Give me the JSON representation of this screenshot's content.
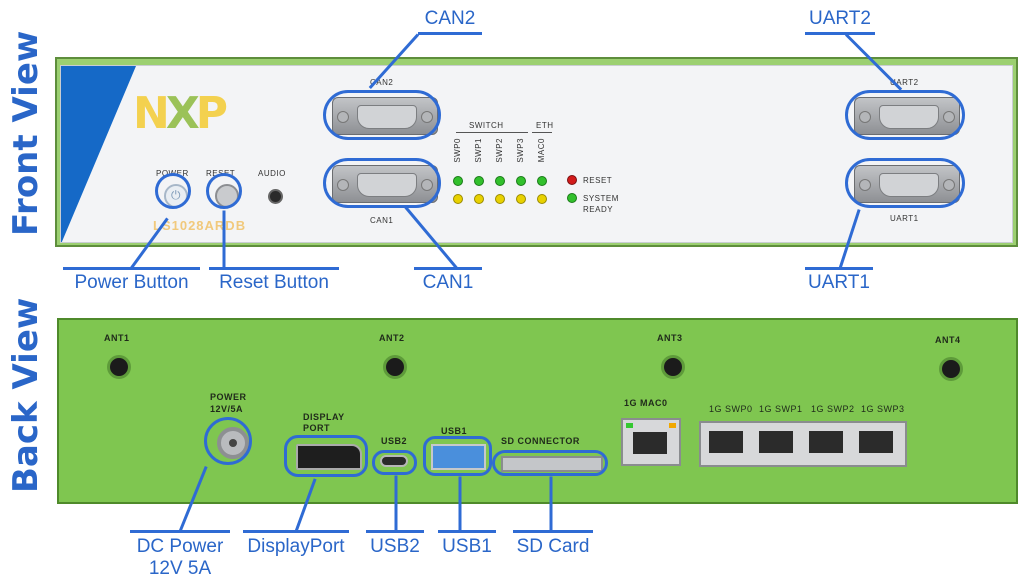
{
  "views": {
    "front": "Front View",
    "back": "Back View"
  },
  "front_panel": {
    "logo_n": "N",
    "logo_x": "X",
    "logo_p": "P",
    "board_name": "LS1028ARDB",
    "power_label": "POWER",
    "reset_label": "RESET",
    "audio_label": "AUDIO",
    "can2_label": "CAN2",
    "can1_label": "CAN1",
    "uart2_label": "UART2",
    "uart1_label": "UART1",
    "switch_label": "SWITCH",
    "eth_label": "ETH",
    "port_labels": [
      "SWP0",
      "SWP1",
      "SWP2",
      "SWP3",
      "MAC0"
    ],
    "reset_led_label": "RESET",
    "system_ready_line1": "SYSTEM",
    "system_ready_line2": "READY"
  },
  "back_panel": {
    "ant1": "ANT1",
    "ant2": "ANT2",
    "ant3": "ANT3",
    "ant4": "ANT4",
    "power_line1": "POWER",
    "power_line2": "12V/5A",
    "display_line1": "DISPLAY",
    "display_line2": "PORT",
    "usb2": "USB2",
    "usb1": "USB1",
    "sd_connector": "SD CONNECTOR",
    "mac0": "1G MAC0",
    "swp_ports": [
      "1G SWP0",
      "1G SWP1",
      "1G SWP2",
      "1G SWP3"
    ]
  },
  "callouts": {
    "can2": "CAN2",
    "uart2": "UART2",
    "power_button": "Power Button",
    "reset_button": "Reset Button",
    "can1": "CAN1",
    "uart1": "UART1",
    "dc_power_line1": "DC Power",
    "dc_power_line2": "12V 5A",
    "displayport": "DisplayPort",
    "usb2": "USB2",
    "usb1": "USB1",
    "sd_card": "SD Card"
  },
  "colors": {
    "callout_blue": "#2f6bd4",
    "chassis_green": "#7fc650",
    "nxp_blue": "#1569c7"
  }
}
